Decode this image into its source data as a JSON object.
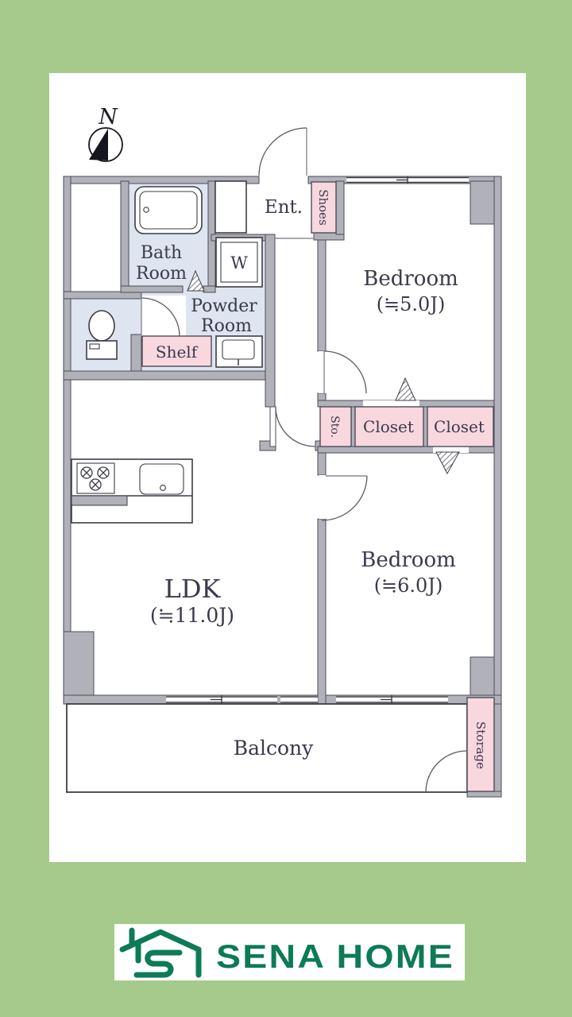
{
  "colors": {
    "background": "#a5ca8c",
    "panel": "#ffffff",
    "wall_gray": "#b1b1b9",
    "room_lavender": "#dfe4f1",
    "closet_pink": "#f8d7df",
    "outline": "#4c4c58",
    "plan_text": "#3a3a4c",
    "logo_green": "#0d7b55"
  },
  "compass": {
    "label": "N"
  },
  "plan": {
    "bath_room": {
      "line1": "Bath",
      "line2": "Room"
    },
    "washer_label": "W",
    "entrance_label": "Ent.",
    "shoes_label": "Shoes",
    "bedroom_north": {
      "name": "Bedroom",
      "size": "(≒5.0J)"
    },
    "powder_room": {
      "line1": "Powder",
      "line2": "Room"
    },
    "shelf_label": "Shelf",
    "storage_small_label": "Sto.",
    "closet_left_label": "Closet",
    "closet_right_label": "Closet",
    "ldk": {
      "name": "LDK",
      "size": "(≒11.0J)"
    },
    "bedroom_south": {
      "name": "Bedroom",
      "size": "(≒6.0J)"
    },
    "balcony_label": "Balcony",
    "storage_label": "Storage"
  },
  "logo": {
    "name": "SENA HOME"
  }
}
